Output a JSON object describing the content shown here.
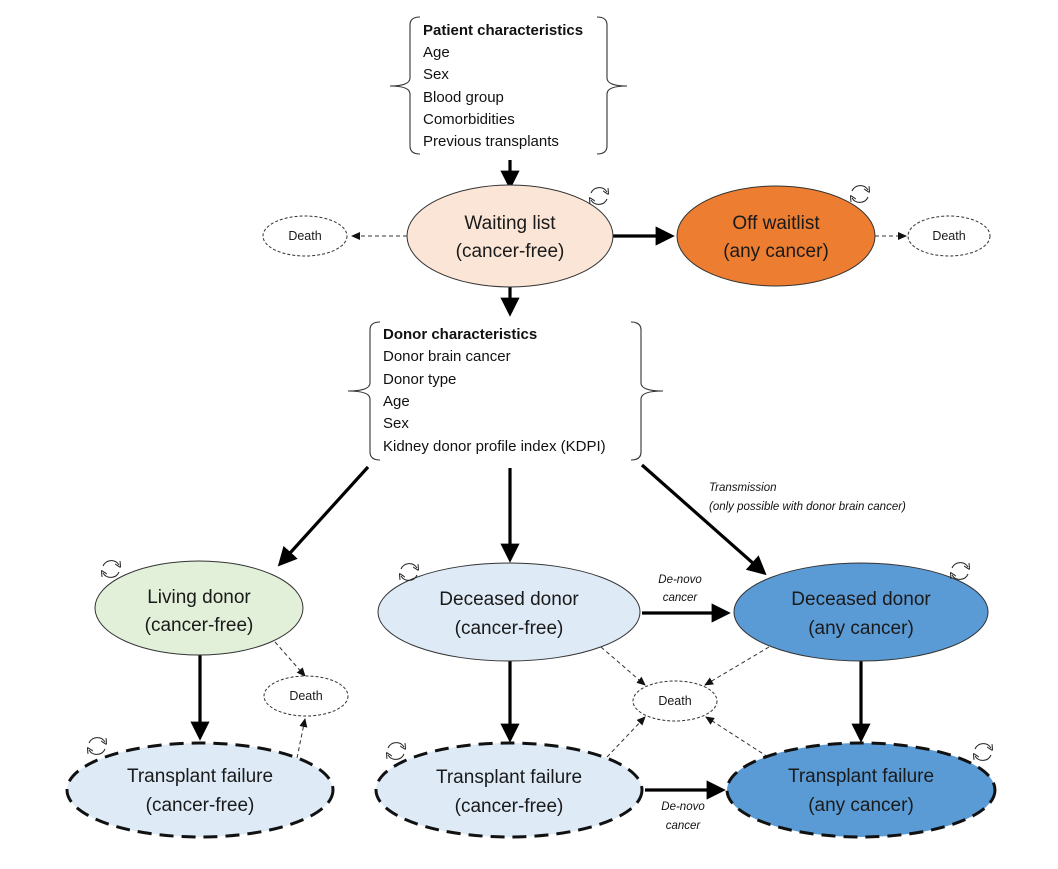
{
  "patient_characteristics": {
    "title": "Patient characteristics",
    "items": [
      "Age",
      "Sex",
      "Blood group",
      "Comorbidities",
      "Previous transplants"
    ]
  },
  "donor_characteristics": {
    "title": "Donor characteristics",
    "items": [
      "Donor brain cancer",
      "Donor type",
      "Age",
      "Sex",
      "Kidney donor profile index (KDPI)"
    ]
  },
  "nodes": {
    "waiting_list": {
      "line1": "Waiting list",
      "line2": "(cancer-free)",
      "fill": "#FBE5D6"
    },
    "off_waitlist": {
      "line1": "Off waitlist",
      "line2": "(any cancer)",
      "fill": "#ED7D31"
    },
    "living_donor": {
      "line1": "Living donor",
      "line2": "(cancer-free)",
      "fill": "#E2F0D9"
    },
    "deceased_cancer_free": {
      "line1": "Deceased donor",
      "line2": "(cancer-free)",
      "fill": "#DEEBF7"
    },
    "deceased_any_cancer": {
      "line1": "Deceased donor",
      "line2": "(any cancer)",
      "fill": "#5B9BD5"
    },
    "tf_living_cancer_free": {
      "line1": "Transplant failure",
      "line2": "(cancer-free)",
      "fill": "#DEEBF7"
    },
    "tf_deceased_cancer_free": {
      "line1": "Transplant failure",
      "line2": "(cancer-free)",
      "fill": "#DEEBF7"
    },
    "tf_any_cancer": {
      "line1": "Transplant failure",
      "line2": "(any cancer)",
      "fill": "#5B9BD5"
    }
  },
  "death_label": "Death",
  "edge_labels": {
    "transmission_line1": "Transmission",
    "transmission_line2": "(only possible with donor brain cancer)",
    "denovo_top_line1": "De-novo",
    "denovo_top_line2": "cancer",
    "denovo_bottom_line1": "De-novo",
    "denovo_bottom_line2": "cancer"
  }
}
